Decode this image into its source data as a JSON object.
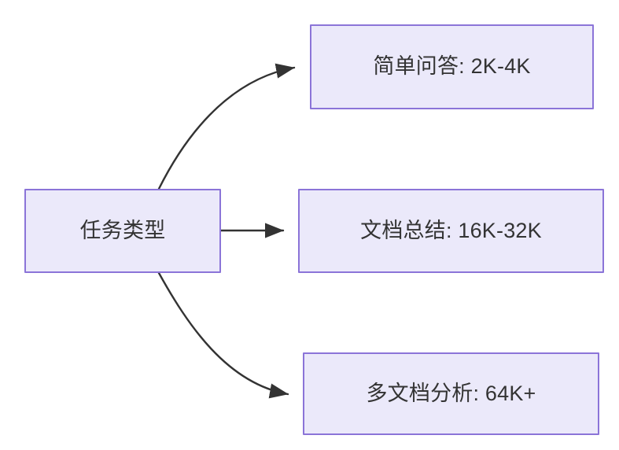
{
  "diagram": {
    "type": "flowchart",
    "orientation": "left-to-right",
    "background_color": "#ffffff",
    "node_fill_color": "#ebe9fa",
    "node_border_color": "#8b74d8",
    "text_color": "#333333",
    "edge_color": "#333333",
    "nodes": [
      {
        "id": "task-type",
        "label": "任务类型"
      },
      {
        "id": "simple-qa",
        "label": "简单问答: 2K-4K"
      },
      {
        "id": "doc-summary",
        "label": "文档总结: 16K-32K"
      },
      {
        "id": "multi-doc",
        "label": "多文档分析: 64K+"
      }
    ],
    "edges": [
      {
        "id": "edge-task-to-simple-qa",
        "from": "task-type",
        "to": "simple-qa",
        "style": "curved",
        "arrow": "triangle"
      },
      {
        "id": "edge-task-to-doc-summary",
        "from": "task-type",
        "to": "doc-summary",
        "style": "straight",
        "arrow": "triangle"
      },
      {
        "id": "edge-task-to-multi-doc",
        "from": "task-type",
        "to": "multi-doc",
        "style": "curved",
        "arrow": "triangle"
      }
    ]
  }
}
